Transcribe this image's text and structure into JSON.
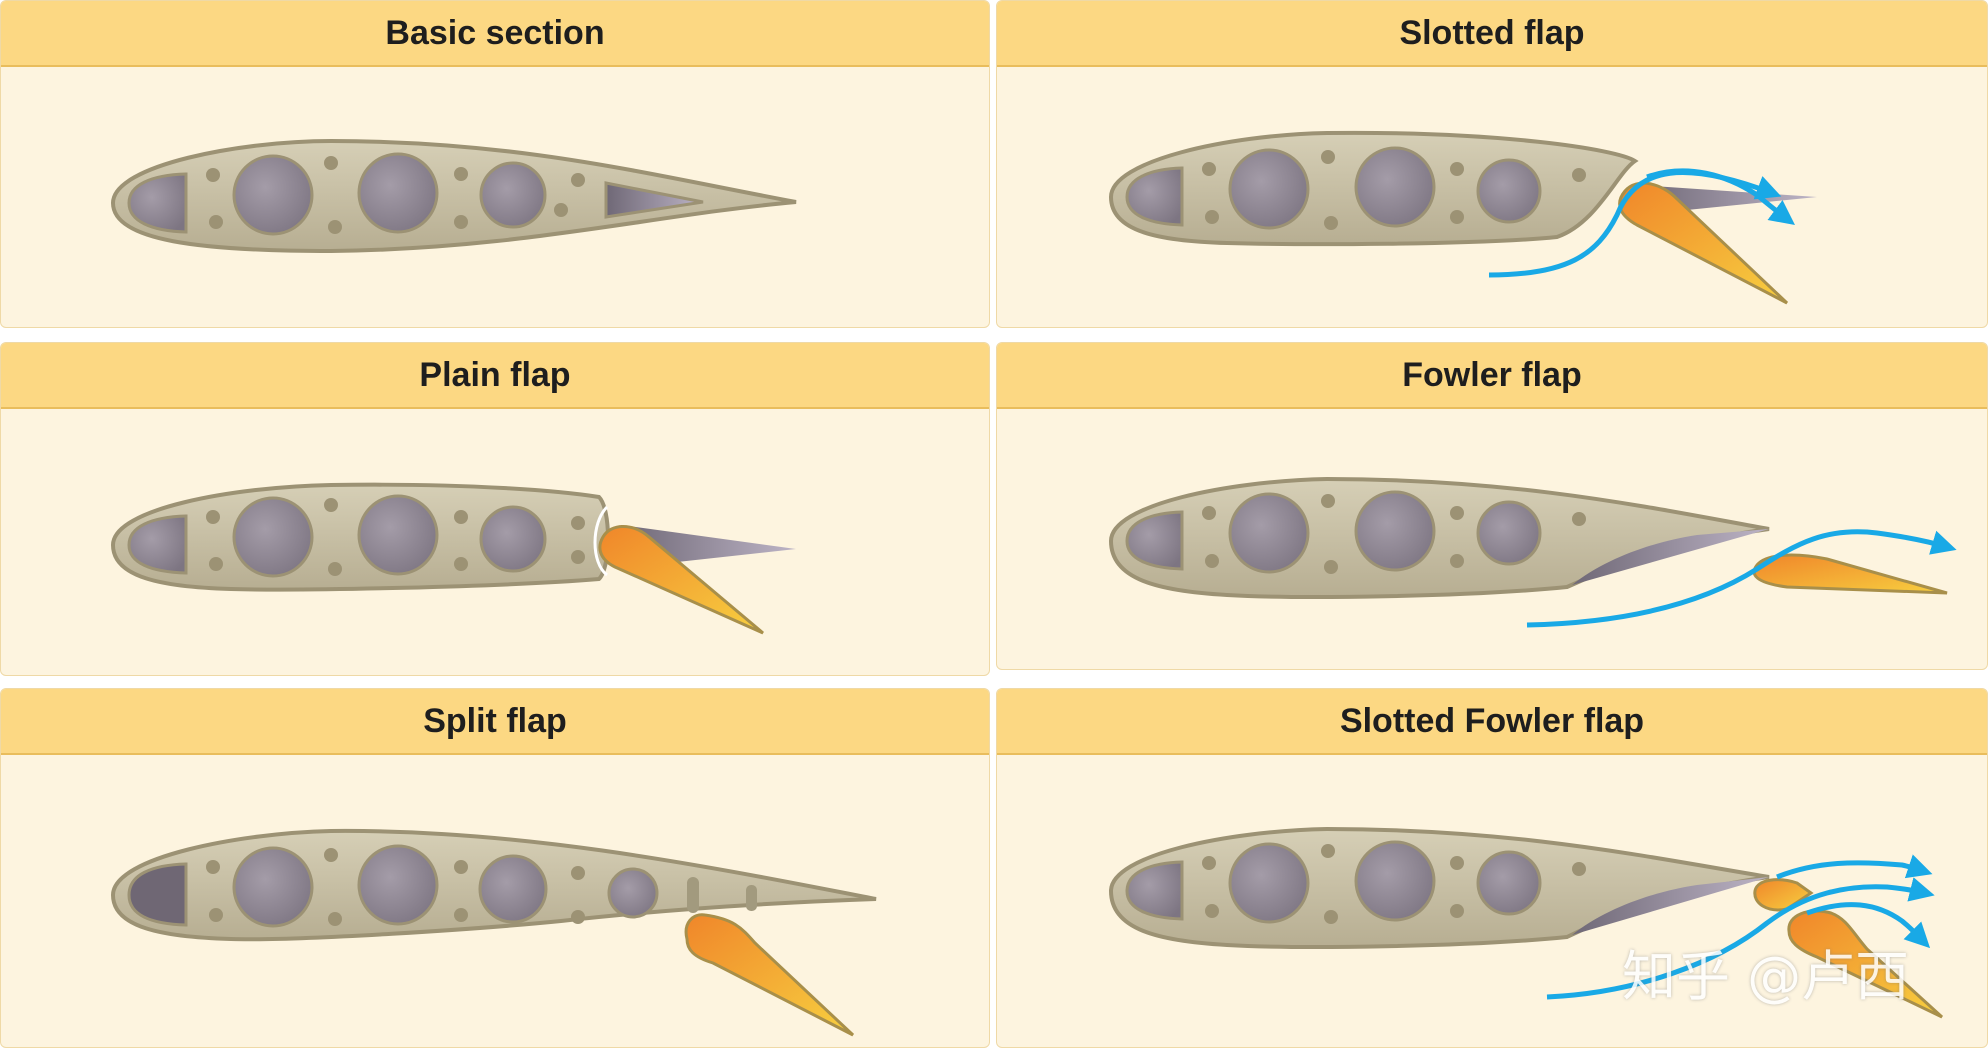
{
  "panels": [
    {
      "id": "basic",
      "title": "Basic section"
    },
    {
      "id": "slotted",
      "title": "Slotted flap"
    },
    {
      "id": "plain",
      "title": "Plain flap"
    },
    {
      "id": "fowler",
      "title": "Fowler flap"
    },
    {
      "id": "split",
      "title": "Split flap"
    },
    {
      "id": "slotted-fowler",
      "title": "Slotted Fowler flap"
    }
  ],
  "watermark": "知乎 @卢西",
  "colors": {
    "panel_bg": "#fdf4df",
    "header_bg": "#fcd883",
    "airfoil_fill": "#c8c0a4",
    "airfoil_stroke": "#9c9274",
    "hole_fill": "#8f8794",
    "flap_orange": "#f0962a",
    "flap_yellow": "#f6c43a",
    "airflow_blue": "#19a9e6"
  }
}
